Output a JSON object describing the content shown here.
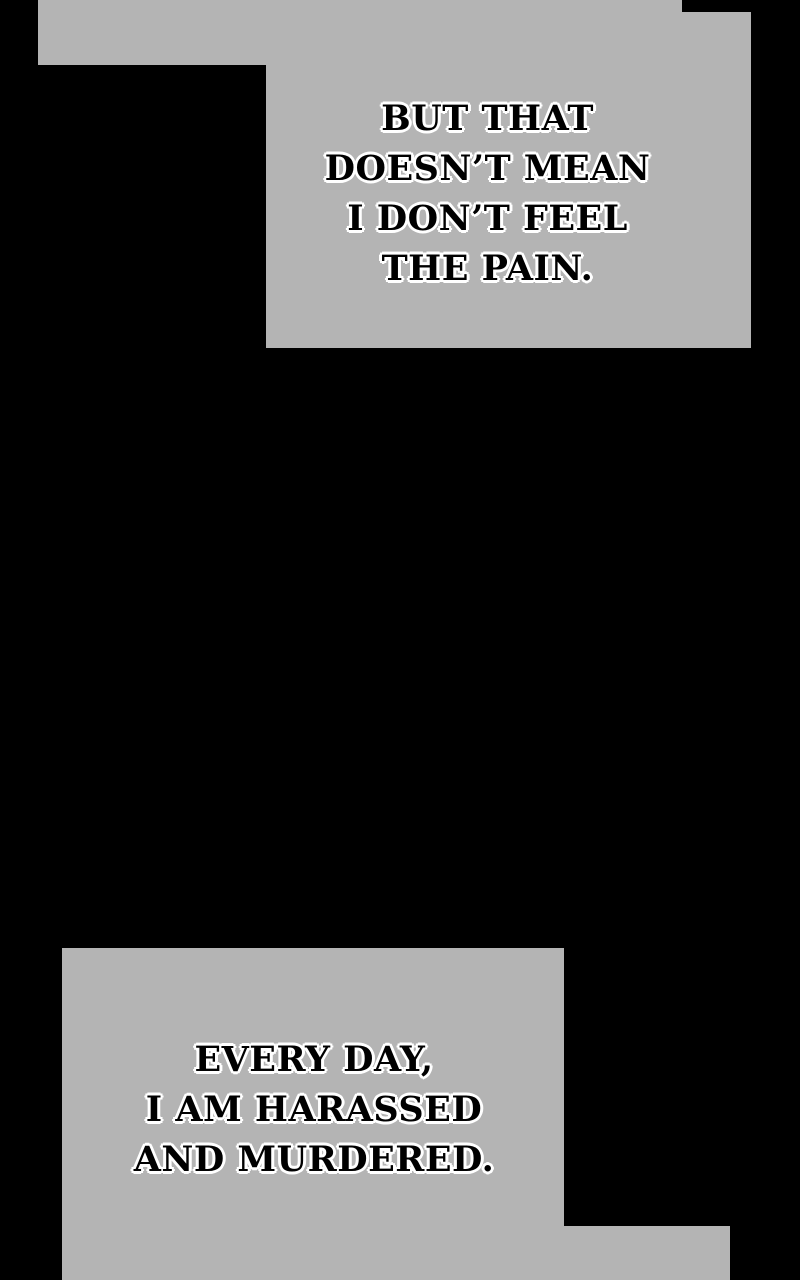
{
  "panels": {
    "background_color": "#000000",
    "panel_color": "#b4b4b4",
    "text_color": "#000000",
    "outline_color": "#ffffff"
  },
  "captions": {
    "top": {
      "lines": [
        "BUT THAT",
        "DOESN’T MEAN",
        "I DON’T FEEL",
        "THE PAIN."
      ]
    },
    "bottom": {
      "lines": [
        "EVERY DAY,",
        "I AM HARASSED",
        "AND MURDERED."
      ]
    }
  }
}
